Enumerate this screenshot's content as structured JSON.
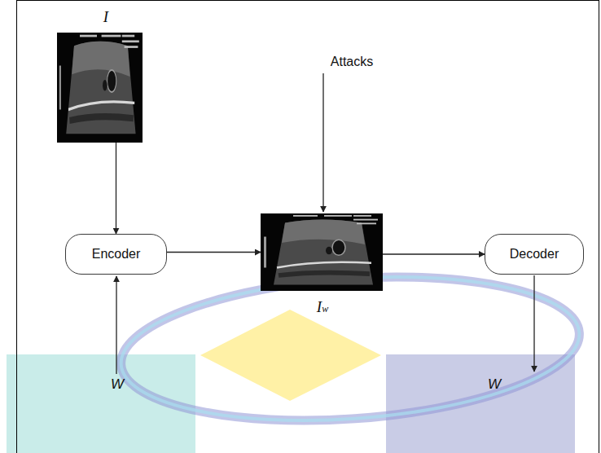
{
  "diagram": {
    "nodes": [
      {
        "text": [
          "I"
        ]
      },
      {
        "text": [
          "Encoder"
        ]
      },
      {
        "text": [
          "Iw"
        ]
      },
      {
        "text": [
          "Decoder"
        ]
      }
    ],
    "edges": [
      {
        "from": 0,
        "to": 1,
        "arrow": "to"
      },
      {
        "from": 1,
        "to": 2,
        "arrow": "to"
      },
      {
        "from": 2,
        "to": 3,
        "arrow": "to"
      }
    ],
    "labels": [
      "Attacks",
      "W",
      "W"
    ]
  }
}
